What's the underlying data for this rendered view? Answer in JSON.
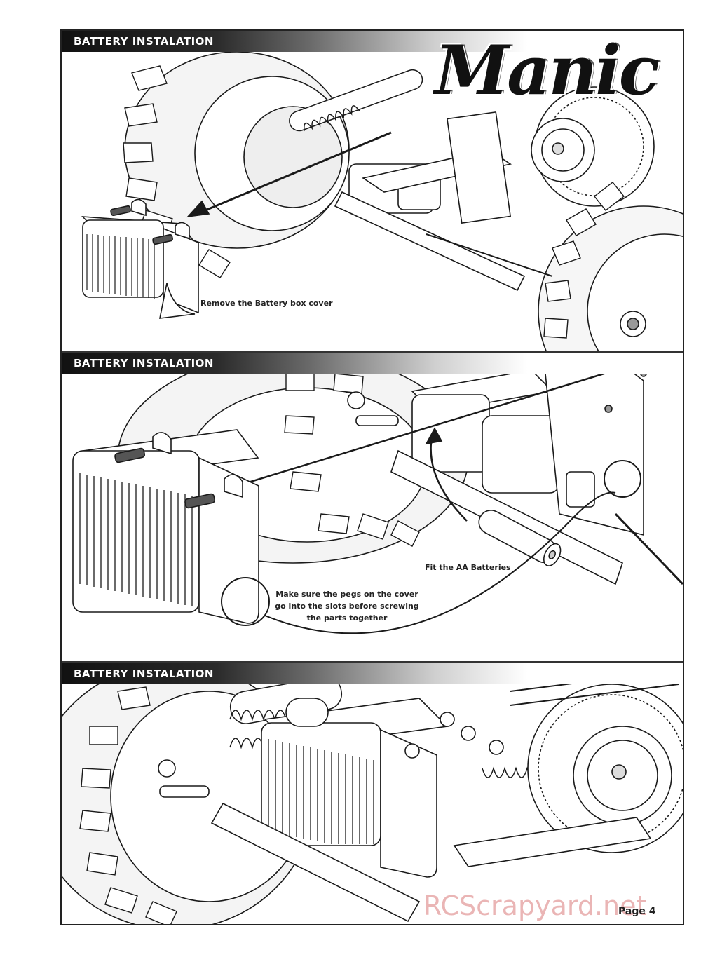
{
  "logo_text": "Manic",
  "sections": [
    {
      "header": "BATTERY INSTALATION",
      "captions": [
        "Remove the Battery box cover"
      ]
    },
    {
      "header": "BATTERY INSTALATION",
      "captions": [
        "Fit the AA Batteries",
        "Make sure the pegs on the cover",
        "go into the slots before screwing",
        "the parts together"
      ]
    },
    {
      "header": "BATTERY INSTALATION",
      "captions": []
    }
  ],
  "footer": {
    "page_label": "Page 4"
  },
  "watermark": "RCScrapyard.net"
}
